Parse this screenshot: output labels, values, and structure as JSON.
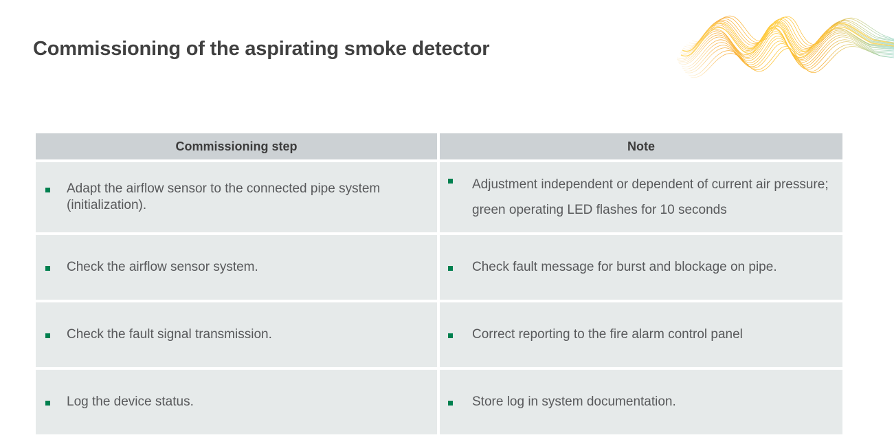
{
  "slide": {
    "title": "Commissioning of the aspirating smoke detector",
    "decoration": {
      "name": "orange-wave-graphic",
      "wave_color_start": "#f0a020",
      "wave_color_mid": "#ffc838",
      "stripe_color_end": "#4fb79a"
    },
    "colors": {
      "title_text": "#404040",
      "header_bg": "#ccd1d4",
      "header_text": "#3c3c3c",
      "cell_bg": "#e6eaea",
      "cell_text": "#58595b",
      "bullet_green": "#00804f",
      "page_bg": "#ffffff"
    }
  },
  "table": {
    "headers": {
      "step": "Commissioning step",
      "note": "Note"
    },
    "rows": [
      {
        "step": "Adapt the airflow sensor to the connected pipe system (initialization).",
        "note": "Adjustment independent or dependent of current air pressure; green operating LED flashes for 10 seconds"
      },
      {
        "step": "Check the airflow sensor system.",
        "note": "Check fault message for burst and blockage on pipe."
      },
      {
        "step": "Check the fault signal transmission.",
        "note": "Correct reporting to the fire alarm control panel"
      },
      {
        "step": "Log the device status.",
        "note": "Store log in system documentation."
      }
    ]
  }
}
